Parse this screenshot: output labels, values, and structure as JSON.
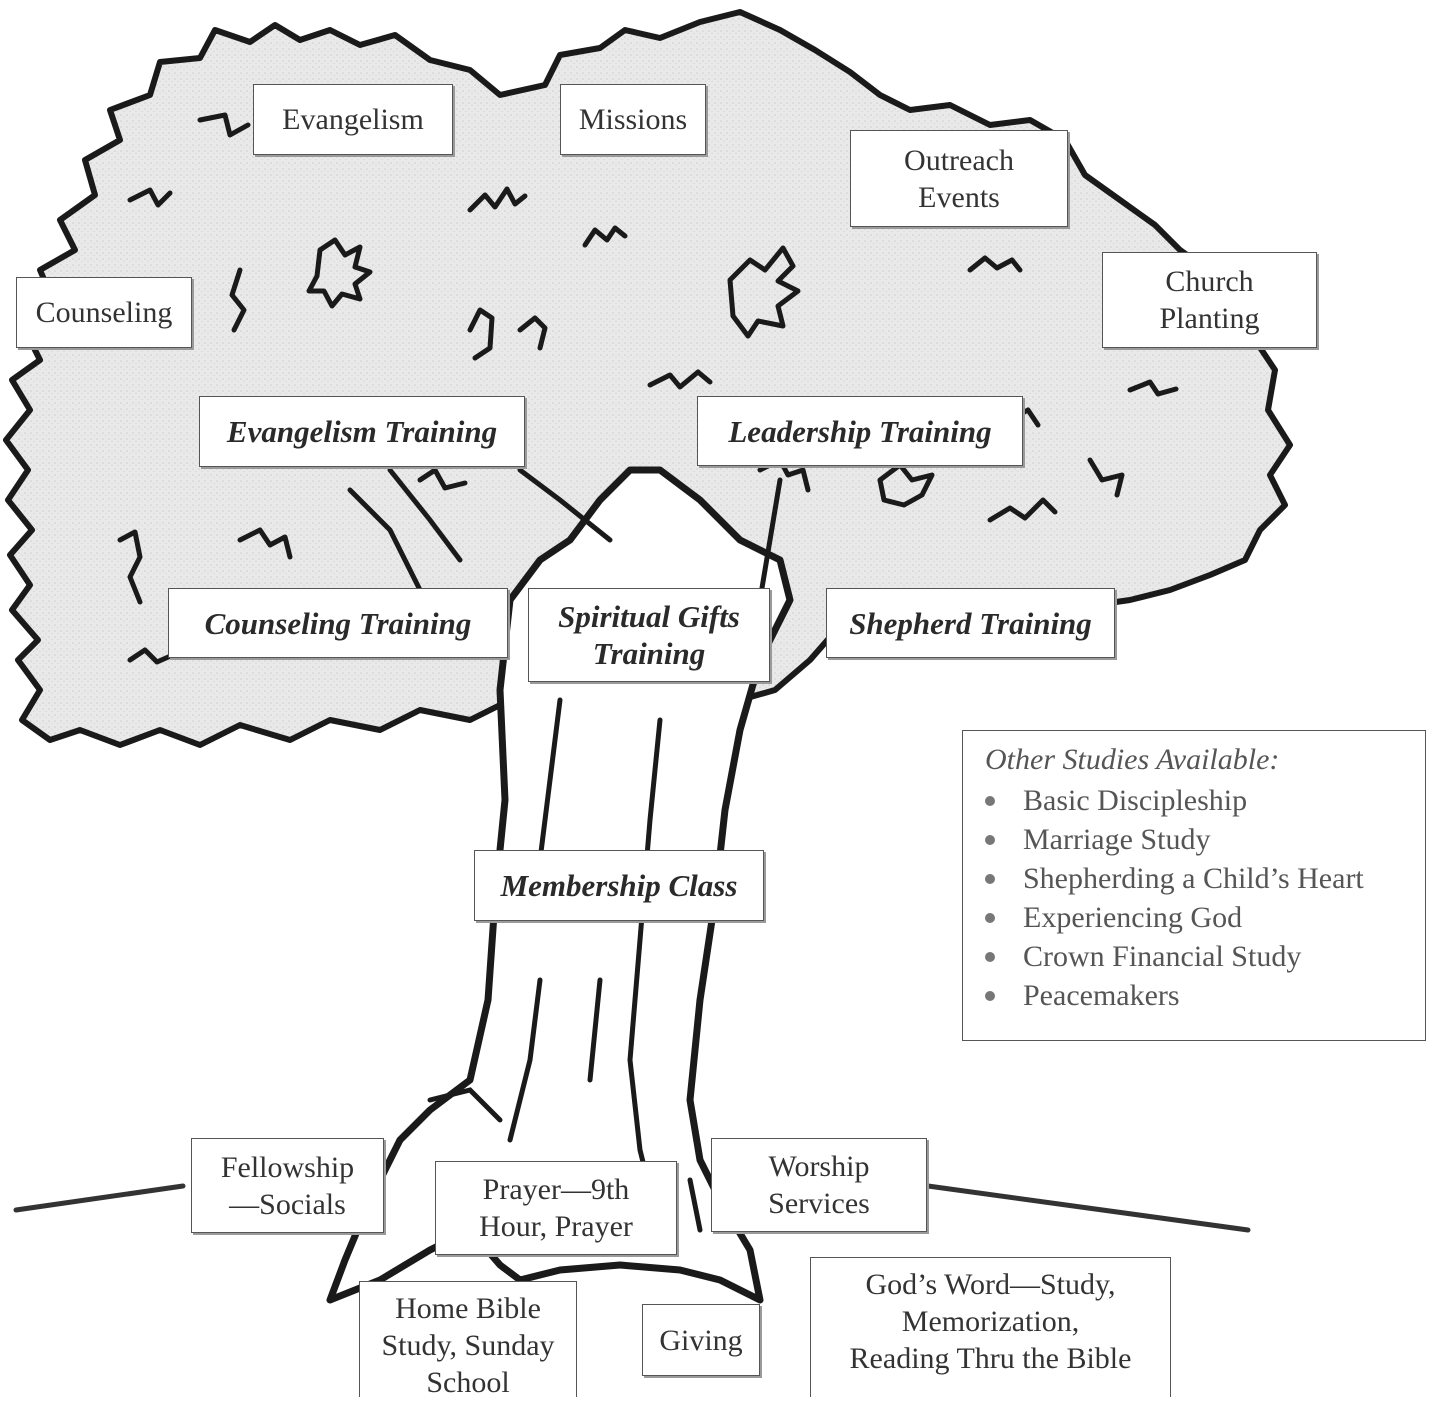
{
  "canopy": {
    "counseling": "Counseling",
    "evangelism": "Evangelism",
    "missions": "Missions",
    "outreach": [
      "Outreach",
      "Events"
    ],
    "church_planting": [
      "Church",
      "Planting"
    ]
  },
  "branches": {
    "evangelism_training": "Evangelism Training",
    "leadership_training": "Leadership Training",
    "counseling_training": "Counseling Training",
    "spiritual_gifts": [
      "Spiritual Gifts",
      "Training"
    ],
    "shepherd_training": "Shepherd Training"
  },
  "trunk": {
    "membership": "Membership Class"
  },
  "roots": {
    "fellowship": [
      "Fellowship",
      "—Socials"
    ],
    "prayer": [
      "Prayer—9th",
      "Hour, Prayer"
    ],
    "worship": [
      "Worship",
      "Services"
    ],
    "home_bible": [
      "Home Bible",
      "Study, Sunday",
      "School"
    ],
    "giving": "Giving",
    "gods_word": [
      "God’s Word—Study,",
      "Memorization,",
      "Reading Thru the Bible"
    ]
  },
  "other_studies": {
    "heading": "Other Studies Available:",
    "items": [
      "Basic Discipleship",
      "Marriage Study",
      "Shepherding a Child’s Heart",
      "Experiencing God",
      "Crown Financial Study",
      "Peacemakers"
    ]
  }
}
